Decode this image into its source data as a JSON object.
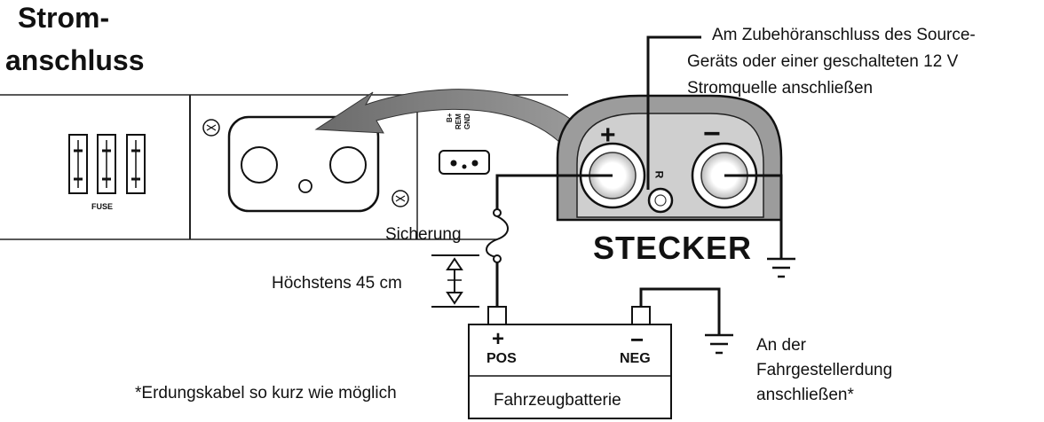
{
  "title": {
    "line1": "Strom-",
    "line2": "anschluss"
  },
  "annotations": {
    "source_line1": "Am Zubehöranschluss des Source-",
    "source_line2": "Geräts oder einer geschalteten 12 V",
    "source_line3": "Stromquelle anschließen",
    "fuse": "Sicherung",
    "max_length": "Höchstens 45 cm",
    "ground_line1": "An der",
    "ground_line2": "Fahrgestellerdung",
    "ground_line3": "anschließen*",
    "footnote": "*Erdungskabel so kurz wie möglich"
  },
  "connector": {
    "label": "STECKER",
    "plus": "+",
    "minus": "−",
    "remote": "R"
  },
  "amplifier": {
    "fuse_label": "FUSE",
    "terminal_labels": [
      "B+",
      "REM",
      "GND"
    ]
  },
  "battery": {
    "label": "Fahrzeugbatterie",
    "pos_sign": "+",
    "pos_label": "POS",
    "neg_sign": "−",
    "neg_label": "NEG"
  }
}
